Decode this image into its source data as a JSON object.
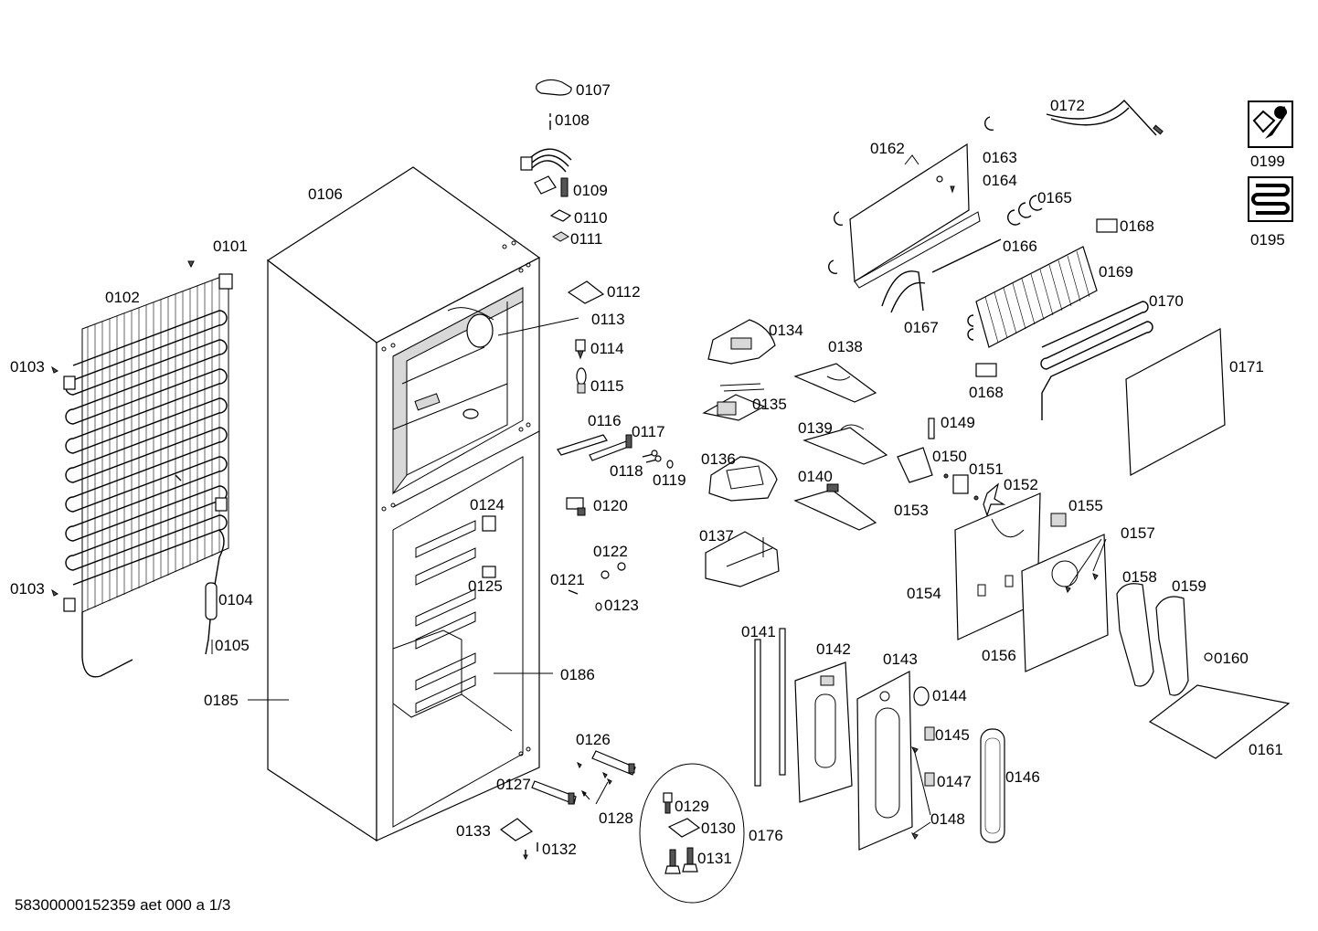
{
  "document_id": "58300000152359 aet 000 a 1/3",
  "icons": [
    "tools-icon",
    "evaporator-coil-icon"
  ],
  "part_labels": [
    "0101",
    "0102",
    "0103",
    "0103",
    "0104",
    "0105",
    "0106",
    "0107",
    "0108",
    "0109",
    "0110",
    "0111",
    "0112",
    "0113",
    "0114",
    "0115",
    "0116",
    "0117",
    "0118",
    "0119",
    "0120",
    "0121",
    "0122",
    "0123",
    "0124",
    "0125",
    "0126",
    "0127",
    "0128",
    "0129",
    "0130",
    "0131",
    "0132",
    "0133",
    "0134",
    "0135",
    "0136",
    "0137",
    "0138",
    "0139",
    "0140",
    "0141",
    "0142",
    "0143",
    "0144",
    "0145",
    "0146",
    "0147",
    "0148",
    "0149",
    "0150",
    "0151",
    "0152",
    "0153",
    "0154",
    "0155",
    "0156",
    "0157",
    "0158",
    "0159",
    "0160",
    "0161",
    "0162",
    "0163",
    "0164",
    "0165",
    "0166",
    "0167",
    "0168",
    "0168",
    "0169",
    "0170",
    "0171",
    "0172",
    "0176",
    "0185",
    "0186",
    "0195",
    "0199"
  ]
}
